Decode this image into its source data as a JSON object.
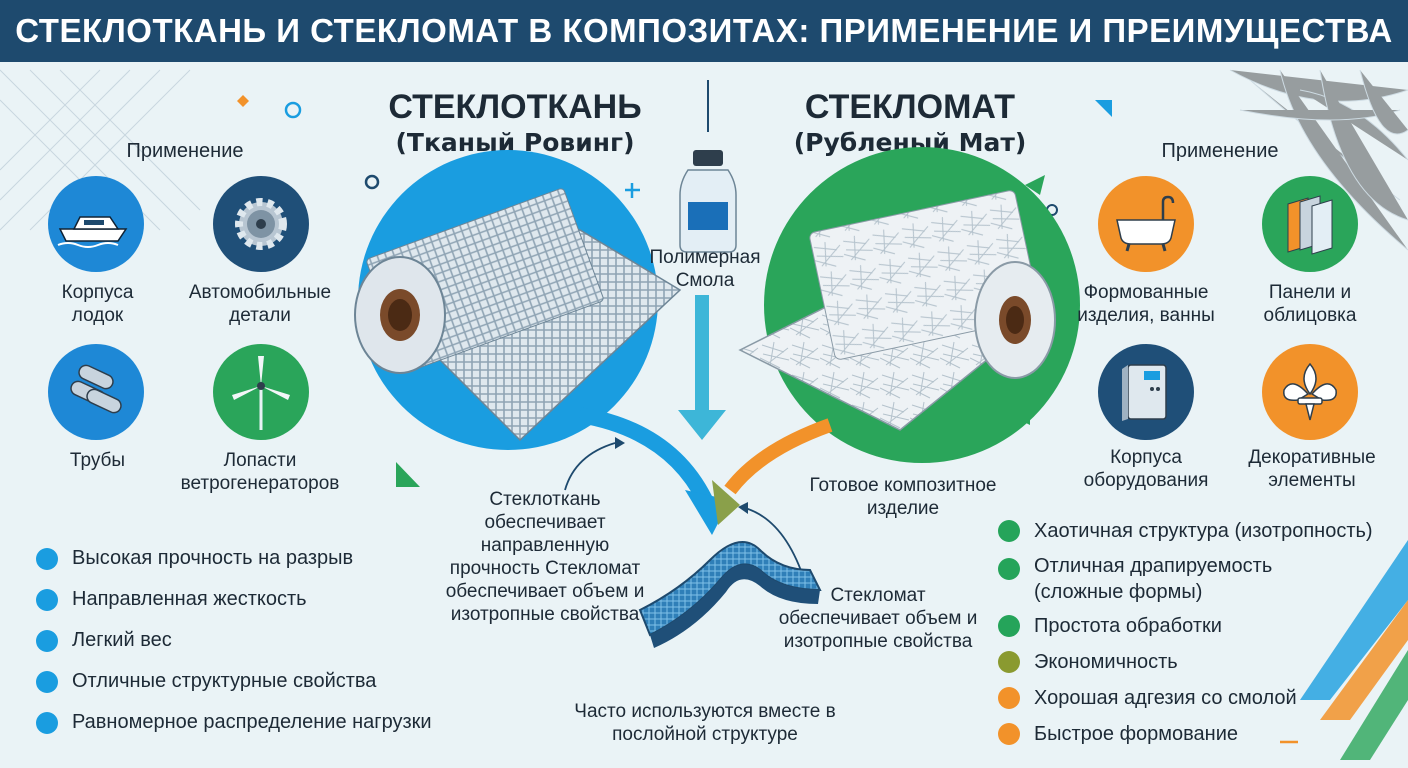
{
  "header": {
    "title": "СТЕКЛОТКАНЬ И СТЕКЛОМАТ В КОМПОЗИТАХ: ПРИМЕНЕНИЕ И ПРЕИМУЩЕСТВА"
  },
  "left": {
    "title": "СТЕКЛОТКАНЬ",
    "subtitle": "(Тканый Ровинг)",
    "applications_label": "Применение",
    "applications": [
      {
        "label": "Корпуса лодок",
        "icon": "boat-icon",
        "color": "#1e88d6"
      },
      {
        "label": "Автомобильные детали",
        "icon": "gear-icon",
        "color": "#1f4f78"
      },
      {
        "label": "Трубы",
        "icon": "pipes-icon",
        "color": "#1e88d6"
      },
      {
        "label": "Лопасти ветрогенераторов",
        "icon": "wind-turbine-icon",
        "color": "#2aa55a"
      }
    ],
    "bullet_color": "#1a9de0",
    "advantages": [
      "Высокая прочность на разрыв",
      "Направленная жесткость",
      "Легкий вес",
      "Отличные структурные свойства",
      "Равномерное распределение нагрузки"
    ]
  },
  "center": {
    "resin_label": "Полимерная Смола",
    "product_label": "Готовое композитное изделие",
    "note_left": "Стеклоткань обеспечивает направленную прочность Стекломат обеспечивает объем и изотропные свойства",
    "note_right": "Стекломат обеспечивает объем и изотропные свойства",
    "bottom_note": "Часто используются вместе в послойной структуре"
  },
  "right": {
    "title": "СТЕКЛОМАТ",
    "subtitle": "(Рубленый Мат)",
    "applications_label": "Применение",
    "applications": [
      {
        "label": "Формованные изделия, ванны",
        "icon": "bathtub-icon",
        "color": "#f2922a"
      },
      {
        "label": "Панели и облицовка",
        "icon": "panels-icon",
        "color": "#2aa55a"
      },
      {
        "label": "Корпуса оборудования",
        "icon": "equipment-cabinet-icon",
        "color": "#1f4f78"
      },
      {
        "label": "Декоративные элементы",
        "icon": "fleur-de-lis-icon",
        "color": "#f2922a"
      }
    ],
    "advantages": [
      {
        "text": "Хаотичная структура (изотропность)",
        "color": "#25a45a"
      },
      {
        "text": "Отличная драпируемость (сложные формы)",
        "color": "#25a45a"
      },
      {
        "text": "Простота обработки",
        "color": "#25a45a"
      },
      {
        "text": "Экономичность",
        "color": "#8a9a30"
      },
      {
        "text": "Хорошая адгезия со смолой",
        "color": "#f2922a"
      },
      {
        "text": "Быстрое формование",
        "color": "#f2922a"
      }
    ]
  }
}
